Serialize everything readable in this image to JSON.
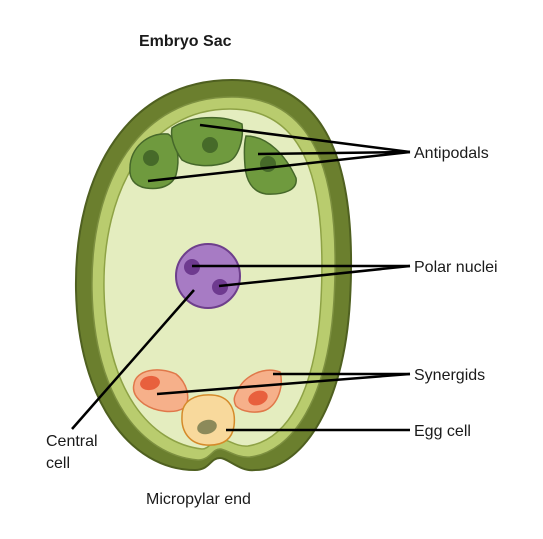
{
  "title": "Embryo Sac",
  "labels": {
    "antipodals": "Antipodals",
    "polar_nuclei": "Polar nuclei",
    "synergids": "Synergids",
    "egg_cell": "Egg cell",
    "central_cell_line1": "Central",
    "central_cell_line2": "cell",
    "micropylar_end": "Micropylar end"
  },
  "colors": {
    "integument_outer": "#6b7f2e",
    "integument_stroke": "#4f6020",
    "integument_inner": "#b9cc6e",
    "central_cell_fill": "#e4edbf",
    "antipodal_fill": "#6f9a3e",
    "antipodal_nucleus": "#466a29",
    "polar_fill": "#a77bc4",
    "polar_stroke": "#6e3f8c",
    "polar_nucleus": "#6e3a8f",
    "synergid_fill": "#f6b08a",
    "synergid_nucleus": "#e8603d",
    "egg_fill": "#f8d99c",
    "egg_stroke": "#d58a2a",
    "egg_nucleus": "#8c8a5a"
  }
}
